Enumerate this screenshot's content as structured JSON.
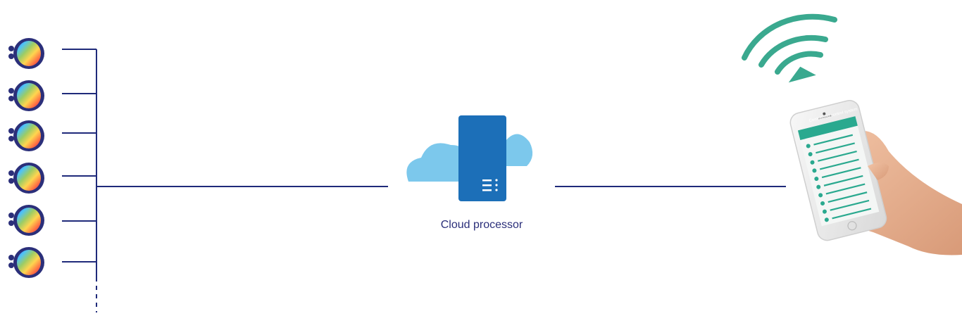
{
  "diagram": {
    "cloud_processor": {
      "label": "Cloud processor"
    },
    "phone": {
      "screen_title": "Centralized control system",
      "list_item_count": 10
    },
    "sensors": {
      "count": 6,
      "more_indicated": true
    },
    "colors": {
      "connector": "#1f2a7a",
      "cloud": "#7cc8ec",
      "server": "#1c6fb8",
      "sensor_ring": "#2b2f7a",
      "wifi": "#3aa98f",
      "phone_screen": "#2aa98f"
    },
    "icons": [
      "sensor-icon",
      "cloud-server-icon",
      "wifi-icon",
      "smartphone-icon",
      "hand-icon"
    ]
  }
}
